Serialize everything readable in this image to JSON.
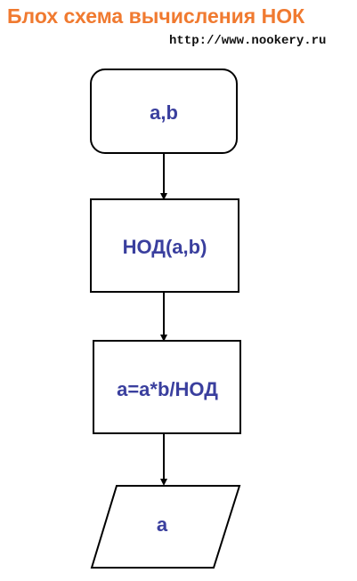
{
  "header": {
    "title": "Блох схема вычисления НОК",
    "url": "http://www.nookery.ru"
  },
  "diagram": {
    "nodes": [
      {
        "id": "input",
        "shape": "rounded-rect",
        "label": "a,b"
      },
      {
        "id": "gcd",
        "shape": "rect",
        "label": "НОД(a,b)"
      },
      {
        "id": "compute",
        "shape": "rect",
        "label": "a=a*b/НОД"
      },
      {
        "id": "output",
        "shape": "parallelogram",
        "label": "a"
      }
    ],
    "edges": [
      {
        "from": "input",
        "to": "gcd"
      },
      {
        "from": "gcd",
        "to": "compute"
      },
      {
        "from": "compute",
        "to": "output"
      }
    ]
  },
  "colors": {
    "title": "#f07a30",
    "node_text": "#3a3f9e",
    "stroke": "#000000"
  }
}
